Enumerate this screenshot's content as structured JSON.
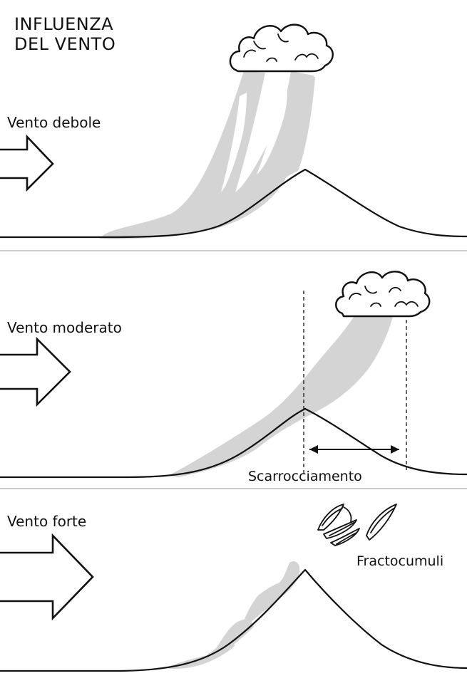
{
  "title": {
    "line1": "INFLUENZA",
    "line2": "DEL VENTO"
  },
  "panels": [
    {
      "label": "Vento debole"
    },
    {
      "label": "Vento moderato",
      "annotation": "Scarrocciamento"
    },
    {
      "label": "Vento forte",
      "annotation": "Fractocumuli"
    }
  ],
  "colors": {
    "ink": "#111111",
    "haze": "#d4d4d4",
    "divider": "#999999",
    "background": "#ffffff"
  },
  "icons": {
    "wind_arrow": "hollow-right-arrow",
    "cloud": "cumulus-cloud",
    "fractocumulus": "fractocumulus-fragments"
  }
}
